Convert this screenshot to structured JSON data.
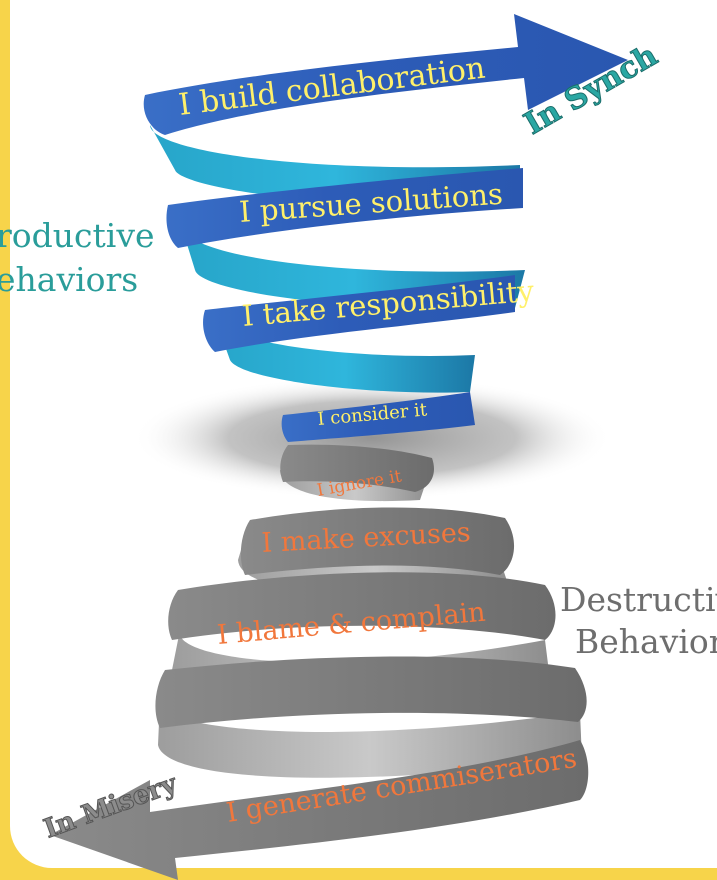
{
  "spiral": {
    "productive": [
      "I build collaboration",
      "I pursue solutions",
      "I take responsibility",
      "I consider it"
    ],
    "destructive": [
      "I ignore it",
      "I make excuses",
      "I blame & complain",
      "I generate commiserators"
    ]
  },
  "labels": {
    "top_end": "In Synch",
    "bottom_end": "In Misery",
    "productive_line1": "roductive",
    "productive_line2": "ehaviors",
    "destructive_line1": "Destructiv",
    "destructive_line2": "Behaviors"
  },
  "colors": {
    "frame": "#f7d44a",
    "productive_text": "#fff06a",
    "destructive_text": "#f1773c",
    "productive_label": "#2a9d9a",
    "destructive_label": "#6e6e6e",
    "blue_band": "#2d5cb8",
    "gray_band": "#7b7b7b"
  }
}
